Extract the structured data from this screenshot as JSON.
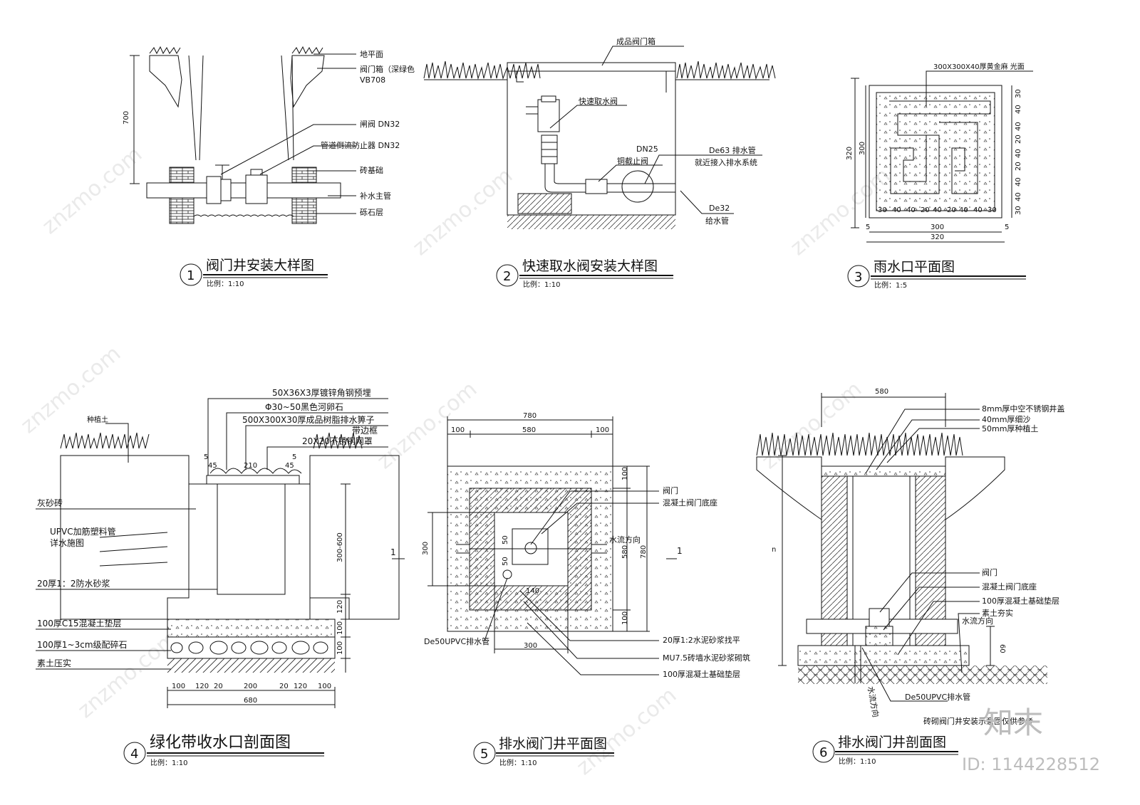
{
  "detail1": {
    "number": "1",
    "title": "阀门井安装大样图",
    "scale": "比例：1:10",
    "dim_depth": "700",
    "labels": [
      "地平面",
      "阀门箱（深绿色",
      "VB708",
      "闸阀 DN32",
      "管道倒流防止器 DN32",
      "砖基础",
      "补水主管",
      "砾石层"
    ]
  },
  "detail2": {
    "number": "2",
    "title": "快速取水阀安装大样图",
    "scale": "比例：1:10",
    "labels": [
      "成品阀门箱",
      "快速取水阀",
      "DN25",
      "铜截止阀",
      "De63 排水管",
      "就近接入排水系统",
      "De32",
      "给水管"
    ]
  },
  "detail3": {
    "number": "3",
    "title": "雨水口平面图",
    "scale": "比例：1:5",
    "material": "300X300X40厚黄金麻 光面",
    "dims_bottom": [
      "30",
      "40",
      "40",
      "20",
      "40",
      "20",
      "40",
      "40",
      "30"
    ],
    "dims_right": [
      "30",
      "40",
      "40",
      "20",
      "40",
      "20",
      "40",
      "40",
      "30"
    ],
    "dim_300": "300",
    "dim_320": "320",
    "dim_5": "5"
  },
  "detail4": {
    "number": "4",
    "title": "绿化带收水口剖面图",
    "scale": "比例：1:10",
    "top_labels": [
      "50X36X3厚镀锌角钢预埋",
      "Φ30~50黑色河卵石",
      "500X300X30厚成品树脂排水箅子",
      "带边框",
      "20X20不锈钢网罩"
    ],
    "side_labels": [
      "种植土",
      "灰砂砖",
      "UPVC加筋塑料管",
      "详水施图",
      "20厚1：2防水砂浆",
      "100厚C15混凝土垫层",
      "100厚1~3cm级配碎石",
      "素土压实"
    ],
    "top_dims": [
      "5",
      "45",
      "210",
      "45",
      "5"
    ],
    "right_dims": [
      "300-600",
      "120",
      "100",
      "100"
    ],
    "bottom_dims": [
      "100",
      "120",
      "20",
      "200",
      "20",
      "120",
      "100"
    ],
    "total": "680"
  },
  "detail5": {
    "number": "5",
    "title": "排水阀门井平面图",
    "scale": "比例：1:10",
    "top_dims": [
      "780",
      "100",
      "580",
      "100"
    ],
    "labels": [
      "阀门",
      "混凝土阀门底座",
      "水流方向",
      "De50UPVC排水管",
      "20厚1:2水泥砂浆找平",
      "MU7.5砖墙水泥砂浆砌筑",
      "100厚混凝土基础垫层"
    ],
    "right_dims": [
      "100",
      "580",
      "780",
      "100"
    ],
    "left_dim": "300",
    "inner": [
      "50",
      "50",
      "140"
    ],
    "bottom_dim": "300",
    "section_mark": "1"
  },
  "detail6": {
    "number": "6",
    "title": "排水阀门井剖面图",
    "scale": "比例：1:10",
    "top_dim": "580",
    "top_labels": [
      "8mm厚中空不锈钢井盖",
      "40mm厚细沙",
      "50mm厚种植土"
    ],
    "labels": [
      "阀门",
      "混凝土阀门底座",
      "100厚混凝土基础垫层",
      "素土夯实",
      "水流方向",
      "De50UPVC排水管"
    ],
    "dim_n": "n",
    "dim_60": "60",
    "note": "砖砌阀门井安装示意图仅供参考",
    "flow": "水流方向"
  },
  "watermark": {
    "text": "znzmo.com",
    "logo": "知末",
    "id": "ID: 1144228512"
  }
}
